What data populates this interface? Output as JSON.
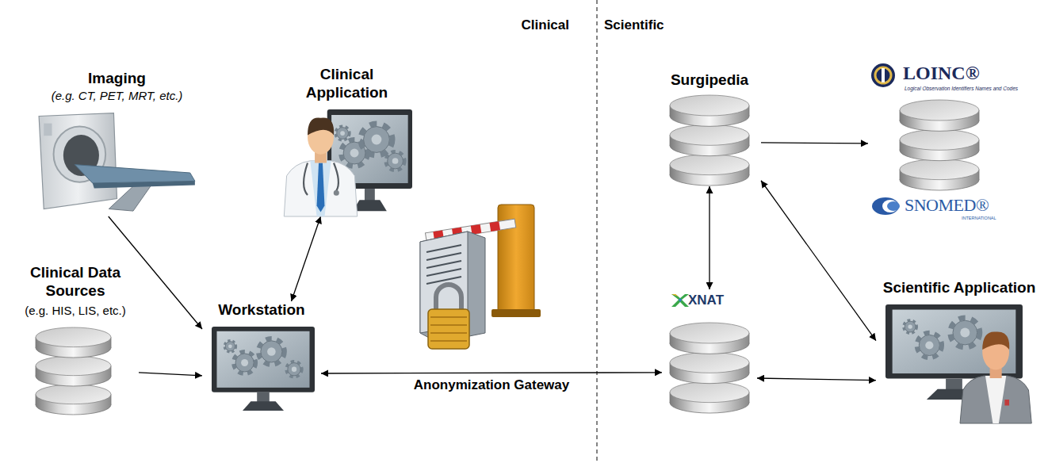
{
  "diagram": {
    "nodes": [
      {
        "text": [
          "Imaging",
          "(e.g. CT, PET, MRT, etc.)"
        ]
      },
      {
        "text": [
          "Clinical Application"
        ]
      },
      {
        "text": [
          "Surgipedia"
        ]
      },
      {
        "text": [
          "LOINC®",
          "Logical Observation Identifiers Names and Codes",
          "SNOMED®",
          "INTERNATIONAL"
        ]
      },
      {
        "text": [
          "Clinical Data Sources",
          "(e.g. HIS, LIS, etc.)"
        ]
      },
      {
        "text": [
          "Workstation"
        ]
      },
      {
        "text": [
          "XNAT"
        ]
      },
      {
        "text": [
          "Scientific Application"
        ]
      }
    ],
    "edges": [
      {
        "from": 0,
        "to": 5,
        "arrow": "to"
      },
      {
        "from": 4,
        "to": 5,
        "arrow": "to"
      },
      {
        "from": 5,
        "to": 1,
        "arrow": "both"
      },
      {
        "from": 5,
        "to": 6,
        "label": "Anonymization Gateway",
        "arrow": "both"
      },
      {
        "from": 2,
        "to": 3,
        "arrow": "to"
      },
      {
        "from": 2,
        "to": 6,
        "arrow": "both"
      },
      {
        "from": 2,
        "to": 7,
        "arrow": "both"
      },
      {
        "from": 6,
        "to": 7,
        "arrow": "both"
      }
    ],
    "labels": [
      "Clinical",
      "Scientific"
    ]
  }
}
